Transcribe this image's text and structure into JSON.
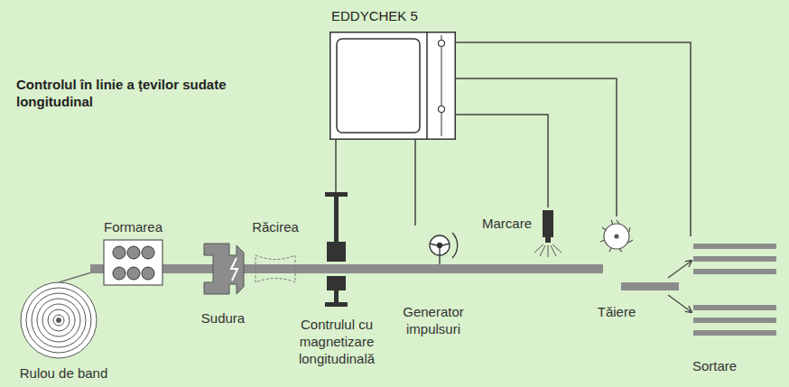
{
  "diagram": {
    "title": "Controlul în linie a țevilor sudate longitudinal",
    "nodes": [
      {
        "text": [
          "EDDYCHEK 5"
        ]
      },
      {
        "text": [
          "Rulou de band"
        ]
      },
      {
        "text": [
          "Formarea"
        ]
      },
      {
        "text": [
          "Sudura"
        ]
      },
      {
        "text": [
          "Răcirea"
        ]
      },
      {
        "text": [
          "Contrulul cu magnetizare longitudinală"
        ]
      },
      {
        "text": [
          "Generator impulsuri"
        ]
      },
      {
        "text": [
          "Marcare"
        ]
      },
      {
        "text": [
          "Tăiere"
        ]
      },
      {
        "text": [
          "Sortare"
        ]
      }
    ],
    "edges": [
      {
        "from": 0,
        "to": 5,
        "arrow": "none"
      },
      {
        "from": 0,
        "to": 6,
        "arrow": "none"
      },
      {
        "from": 0,
        "to": 7,
        "arrow": "none"
      },
      {
        "from": 0,
        "to": 8,
        "arrow": "none"
      },
      {
        "from": 0,
        "to": 9,
        "arrow": "none"
      }
    ]
  }
}
